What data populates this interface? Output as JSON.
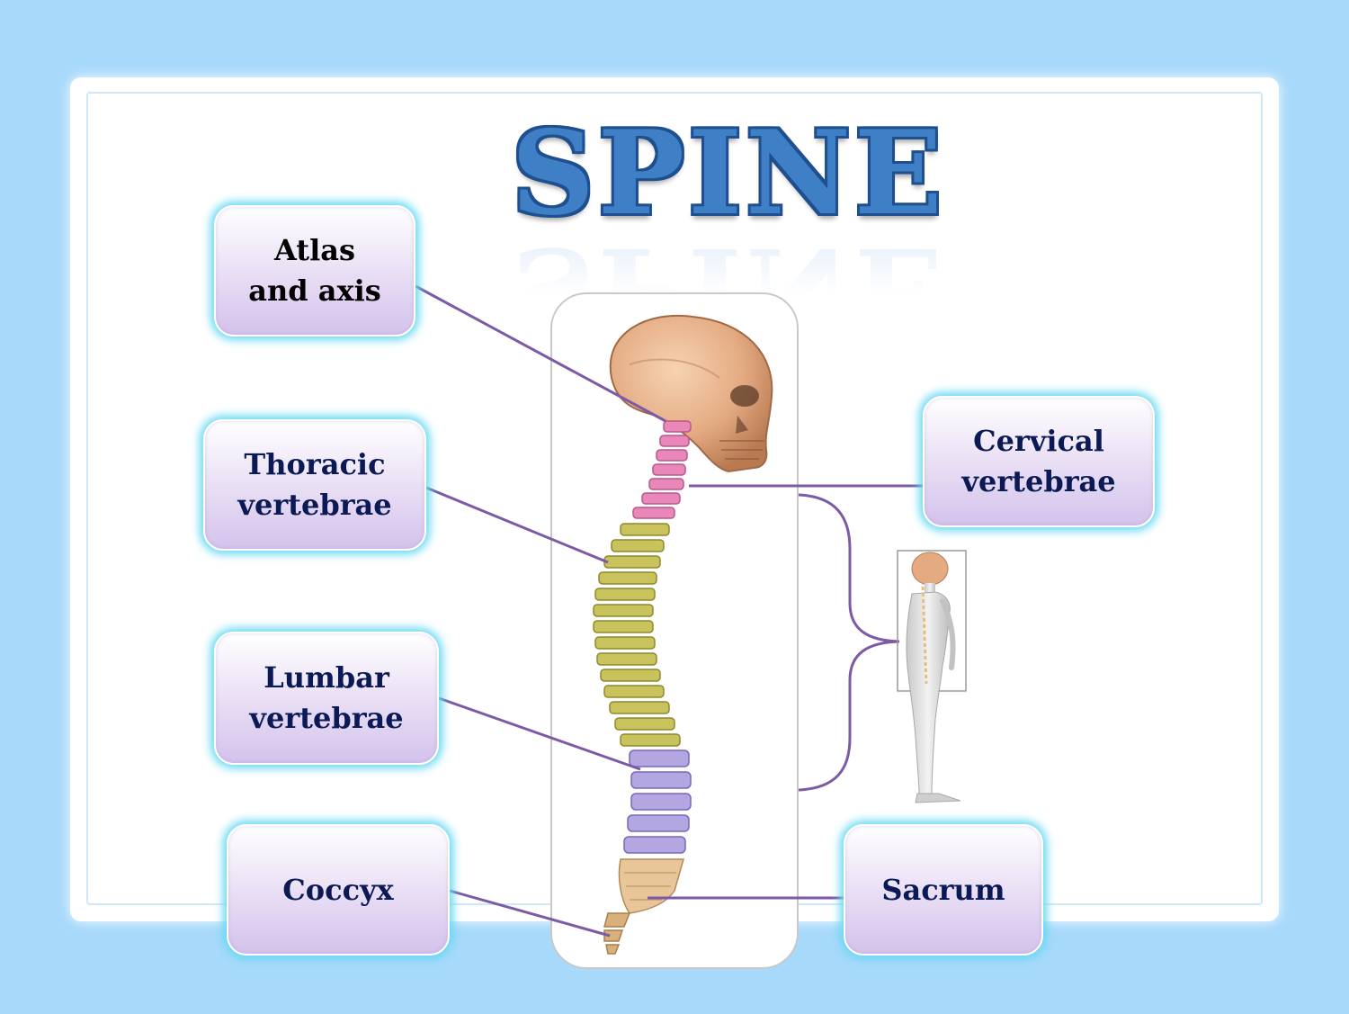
{
  "title": "SPINE",
  "labels": {
    "atlas_line1": "Atlas",
    "atlas_line2": "and axis",
    "thoracic_line1": "Thoracic",
    "thoracic_line2": "vertebrae",
    "lumbar_line1": "Lumbar",
    "lumbar_line2": "vertebrae",
    "coccyx": "Coccyx",
    "cervical_line1": "Cervical",
    "cervical_line2": "vertebrae",
    "sacrum": "Sacrum"
  },
  "colors": {
    "background": "#a7d9fb",
    "title": "#3e7fc6",
    "label_text": "#0b1a55",
    "connector": "#7d5aa6",
    "cervical": "#e987b8",
    "thoracic": "#c9c35e",
    "lumbar": "#b4a6e0",
    "sacrum": "#e8c69a",
    "skull": "#e4ab82"
  },
  "icons": {
    "skull": "skull-icon",
    "spine": "spine-icon",
    "body": "human-body-icon",
    "brace": "curly-brace-icon"
  }
}
